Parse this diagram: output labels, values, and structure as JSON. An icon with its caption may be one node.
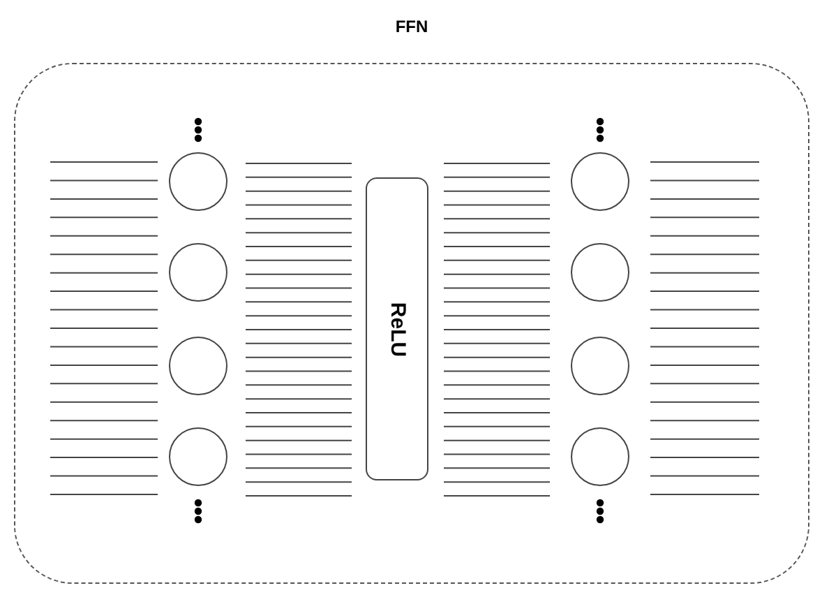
{
  "diagram": {
    "nodes": [
      {
        "text": [
          "FFN"
        ]
      },
      {
        "text": [],
        "shape": "circle",
        "in": 0
      },
      {
        "text": [],
        "shape": "circle",
        "in": 0
      },
      {
        "text": [],
        "shape": "circle",
        "in": 0
      },
      {
        "text": [],
        "shape": "circle",
        "in": 0
      },
      {
        "text": [
          "ReLU"
        ],
        "in": 0
      },
      {
        "text": [],
        "shape": "circle",
        "in": 0
      },
      {
        "text": [],
        "shape": "circle",
        "in": 0
      },
      {
        "text": [],
        "shape": "circle",
        "in": 0
      },
      {
        "text": [],
        "shape": "circle",
        "in": 0
      }
    ]
  }
}
